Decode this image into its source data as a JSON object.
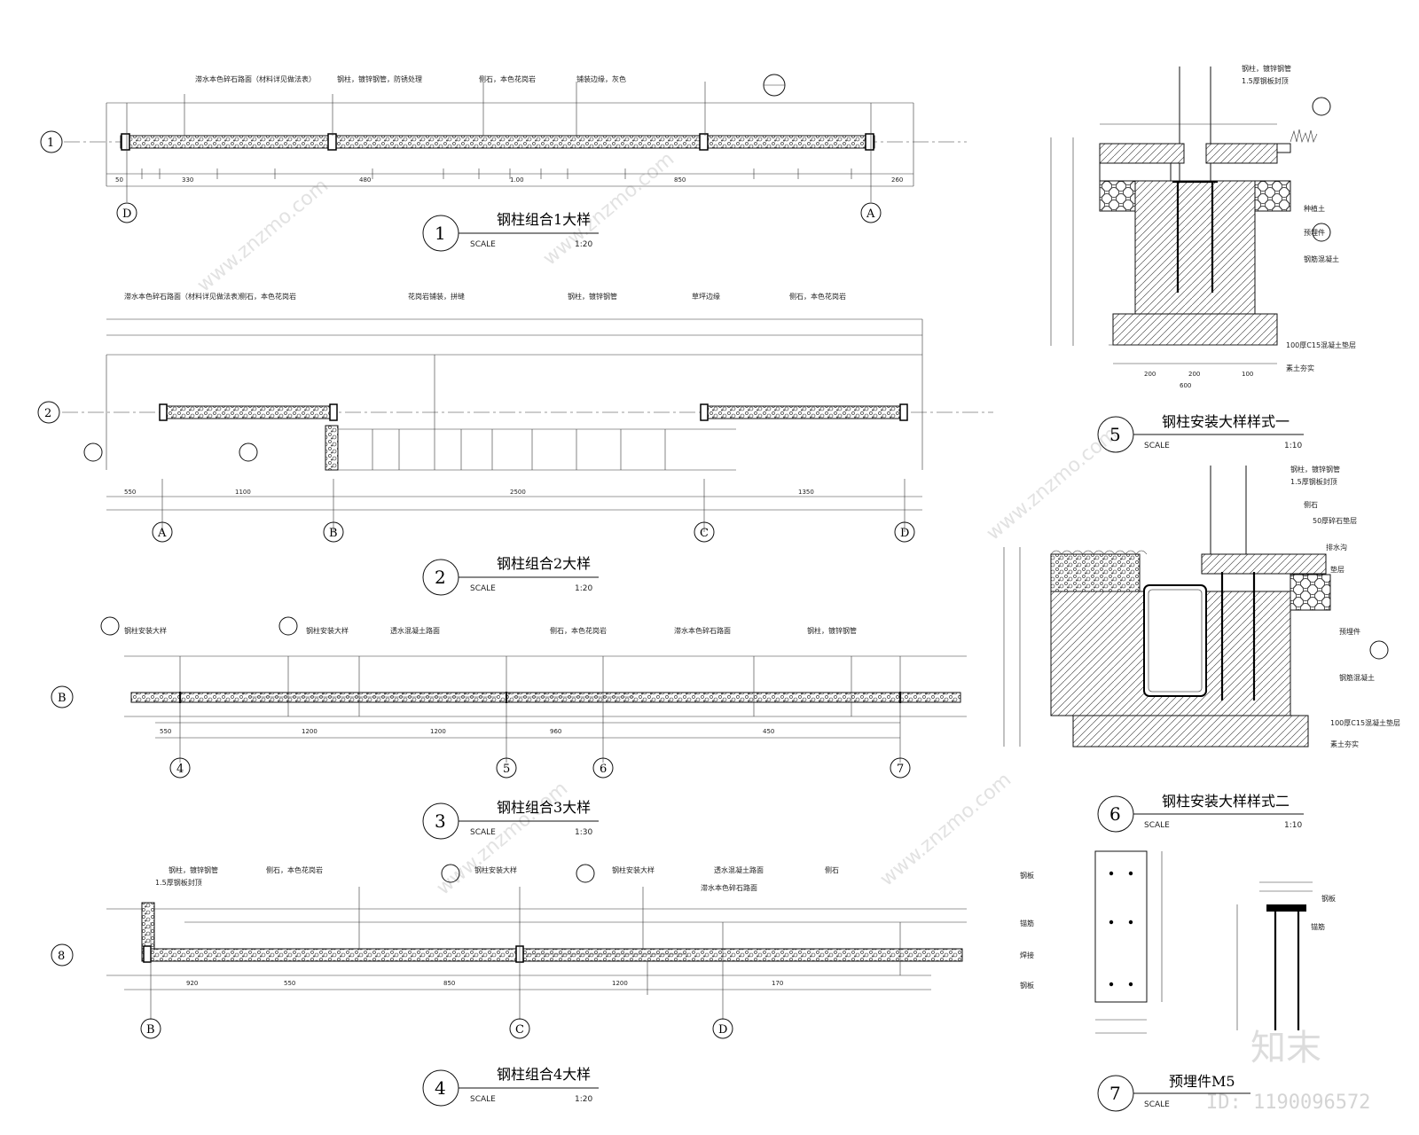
{
  "details": [
    {
      "num": "1",
      "title": "钢柱组合1大样",
      "scale_label": "SCALE",
      "scale": "1:20"
    },
    {
      "num": "2",
      "title": "钢柱组合2大样",
      "scale_label": "SCALE",
      "scale": "1:20"
    },
    {
      "num": "3",
      "title": "钢柱组合3大样",
      "scale_label": "SCALE",
      "scale": "1:30"
    },
    {
      "num": "4",
      "title": "钢柱组合4大样",
      "scale_label": "SCALE",
      "scale": "1:20"
    },
    {
      "num": "5",
      "title": "钢柱安装大样样式一",
      "scale_label": "SCALE",
      "scale": "1:10"
    },
    {
      "num": "6",
      "title": "钢柱安装大样样式二",
      "scale_label": "SCALE",
      "scale": "1:10"
    },
    {
      "num": "7",
      "title": "预埋件M5",
      "scale_label": "SCALE",
      "scale": ""
    }
  ],
  "axis_labels": {
    "d1": [
      "D",
      "A"
    ],
    "d2": [
      "A",
      "B",
      "C",
      "D"
    ],
    "d3": [
      "4",
      "5",
      "6",
      "7"
    ],
    "d4": [
      "B",
      "C",
      "D"
    ]
  },
  "row_markers": [
    "1",
    "2",
    "B",
    "8"
  ],
  "watermark": {
    "brand": "知末",
    "id": "ID: 1190096572",
    "site": "www.znzmo.com"
  }
}
